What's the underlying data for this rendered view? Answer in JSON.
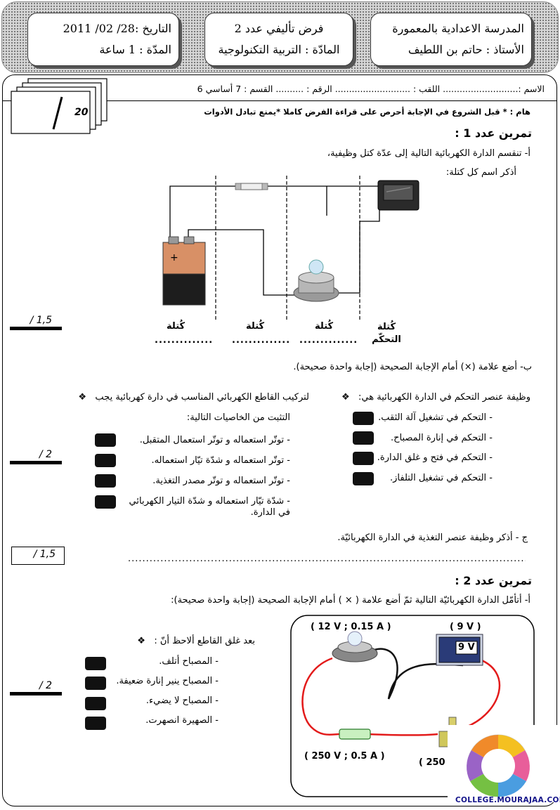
{
  "header": {
    "school_line": "المدرسة الاعدادية بالمعمورة",
    "teacher_line": "الأستاذ : حاتم بن اللطيف",
    "exam_line": "فرض تأليفي عدد 2",
    "subject_line": "المادّة : التربية التكنولوجية",
    "date_line": "التاريخ :28/ 02/ 2011",
    "duration_line": "المدّة : 1 ساعة"
  },
  "student": {
    "info_line": "الاسم :...........................     اللقب : ...........................     الرقم : ..........  القسم :  7  أساسي 6",
    "total_score": "20"
  },
  "notice": {
    "text": "هام :   *  قبل الشروع في الإجابة أحرص على قراءة الفرض كاملا     *يمنع تبادل الأدوات"
  },
  "exercise1": {
    "title": "تمرين عدد 1 :",
    "part_a": "أ- تنقسم الدارة الكهربائية التالية إلى عدّة كتل وظيفية،",
    "part_a_q": "أذكر اسم كل كتلة:",
    "blocks": [
      {
        "label": "كُتلة",
        "blank": ".............."
      },
      {
        "label": "كُتلة",
        "blank": ".............."
      },
      {
        "label": "كُتلة",
        "blank": ".............."
      },
      {
        "label": "كُتلة التحكّم",
        "blank": ""
      }
    ],
    "score_a": "/ 1,5",
    "part_b": "ب- أضع علامة (×) أمام الإجابة الصحيحة (إجابة واحدة صحيحة).",
    "q1": "وظيفة عنصر التحكم في الدارة الكهربائية هي:",
    "q1_options": [
      "- التحكم في تشغيل آلة الثقب.",
      "- التحكم في إنارة المصباح.",
      "- التحكم في فتح و غلق الدارة.",
      "- التحكم في تشغيل التلفاز."
    ],
    "q2_line1": "لتركيب القاطع الكهربائي المناسب في دارة كهربائية يجب",
    "q2_line2": "التثبت من الخاصيات التالية:",
    "q2_options": [
      "- توتّر استعماله و توتّر استعمال المتقبل.",
      "- توتّر استعماله و شدّة تيّار استعماله.",
      "- توتّر استعماله و توتّر مصدر التغذية.",
      "- شدّة تيّار استعماله و شدّة التيار الكهربائي",
      "في الدارة."
    ],
    "score_b": "/ 2",
    "part_c": "ج - أذكر وظيفة عنصر التغذية في الدارة الكهربائيّة.",
    "answer_line": "......................................................................................................................................................",
    "score_c": "/ 1,5"
  },
  "exercise2": {
    "title": "تمرين عدد 2 :",
    "part_a": "أ- أتأمّل الدارة الكهربائيّة التالية ثمّ أضع علامة ( × ) أمام الإجابة الصحيحة (إجابة واحدة صحيحة):",
    "q": "بعد غلق القاطع ألاحظ أنّ :",
    "options": [
      "- المصباح أتلف.",
      "- المصباح ينير إنارة ضعيفة.",
      "- المصباح لا يضيء.",
      "- الصهيرة انصهرت."
    ],
    "score": "/ 2",
    "lamp_rating": "( 12 V ; 0.15 A )",
    "source_rating": "( 9 V )",
    "source_display": "9 V",
    "fuse_rating": "( 250 V ; 0.5 A )",
    "switch_rating": "( 250 V"
  },
  "watermark": {
    "url": "COLLEGE.MOURAJAA.COM"
  }
}
